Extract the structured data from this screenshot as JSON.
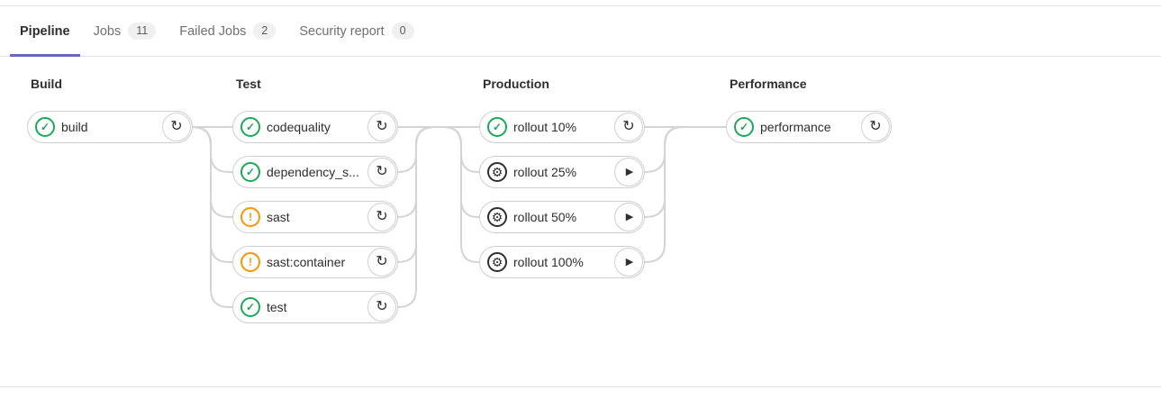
{
  "tabs": [
    {
      "label": "Pipeline",
      "active": true
    },
    {
      "label": "Jobs",
      "badge": "11"
    },
    {
      "label": "Failed Jobs",
      "badge": "2"
    },
    {
      "label": "Security report",
      "badge": "0"
    }
  ],
  "icons": {
    "retry": "↻",
    "play": "▶",
    "success": "✓",
    "warning": "!",
    "manual": "⚙"
  },
  "colors": {
    "success": "#1aaa55",
    "warning": "#fc9403",
    "manual": "#2e2e2e",
    "accent": "#6666c4",
    "connector": "#d4d4d4"
  },
  "stages": [
    {
      "name": "Build",
      "jobs": [
        {
          "label": "build",
          "status": "success",
          "action": "retry"
        }
      ]
    },
    {
      "name": "Test",
      "jobs": [
        {
          "label": "codequality",
          "status": "success",
          "action": "retry"
        },
        {
          "label": "dependency_s...",
          "status": "success",
          "action": "retry"
        },
        {
          "label": "sast",
          "status": "warning",
          "action": "retry"
        },
        {
          "label": "sast:container",
          "status": "warning",
          "action": "retry"
        },
        {
          "label": "test",
          "status": "success",
          "action": "retry"
        }
      ]
    },
    {
      "name": "Production",
      "jobs": [
        {
          "label": "rollout 10%",
          "status": "success",
          "action": "retry"
        },
        {
          "label": "rollout 25%",
          "status": "manual",
          "action": "play"
        },
        {
          "label": "rollout 50%",
          "status": "manual",
          "action": "play"
        },
        {
          "label": "rollout 100%",
          "status": "manual",
          "action": "play"
        }
      ]
    },
    {
      "name": "Performance",
      "jobs": [
        {
          "label": "performance",
          "status": "success",
          "action": "retry"
        }
      ]
    }
  ]
}
